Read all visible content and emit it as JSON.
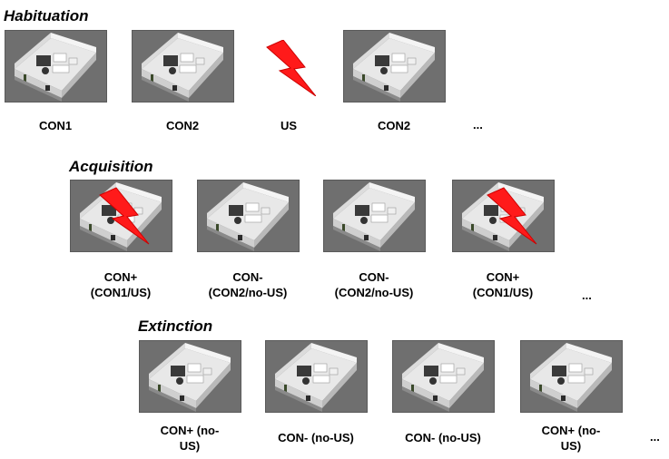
{
  "phases": {
    "habituation": {
      "title": "Habituation",
      "items": [
        "CON1",
        "CON2",
        "US",
        "CON2"
      ],
      "ellipsis": "..."
    },
    "acquisition": {
      "title": "Acquisition",
      "items": [
        {
          "line1": "CON+",
          "line2": "(CON1/US)"
        },
        {
          "line1": "CON-",
          "line2": "(CON2/no-US)"
        },
        {
          "line1": "CON-",
          "line2": "(CON2/no-US)"
        },
        {
          "line1": "CON+",
          "line2": "(CON1/US)"
        }
      ],
      "ellipsis": "..."
    },
    "extinction": {
      "title": "Extinction",
      "items": [
        {
          "line1": "CON+ (no-",
          "line2": "US)"
        },
        {
          "line1": "CON- (no-US)",
          "line2": ""
        },
        {
          "line1": "CON- (no-US)",
          "line2": ""
        },
        {
          "line1": "CON+ (no-",
          "line2": "US)"
        }
      ],
      "ellipsis": "..."
    }
  },
  "icons": {
    "room": "room-thumbnail-icon",
    "shock": "lightning-bolt-icon"
  },
  "colors": {
    "room_background": "#6f6f6f",
    "shock_bolt": "#ff1a1a"
  }
}
